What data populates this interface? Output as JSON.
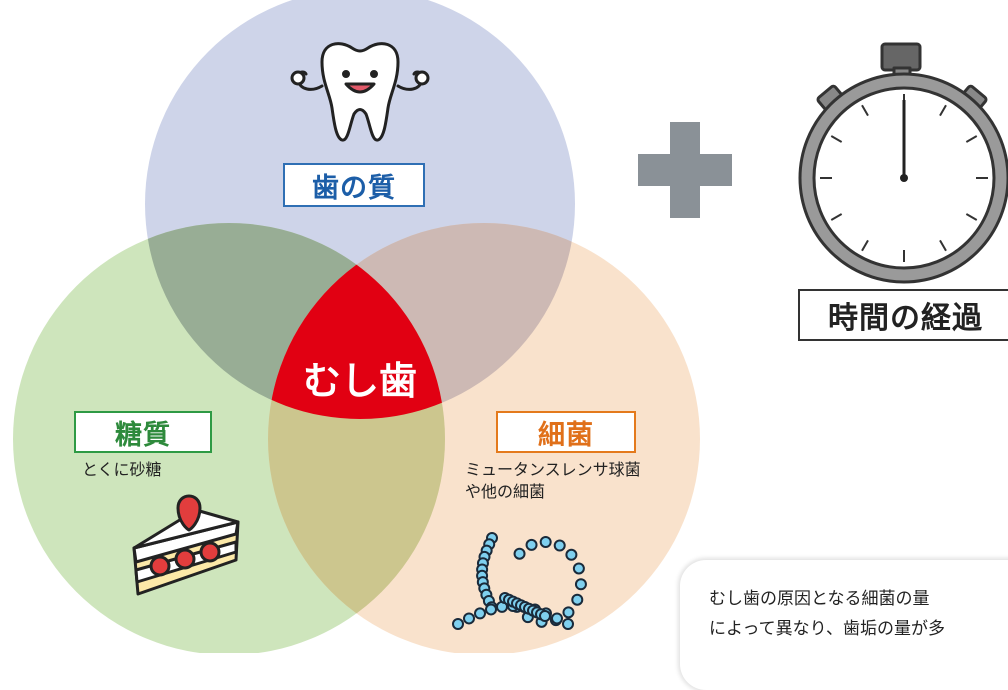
{
  "venn": {
    "center_label": "むし歯",
    "tooth_quality": {
      "label": "歯の質"
    },
    "sugar": {
      "label": "糖質",
      "note": "とくに砂糖"
    },
    "bacteria": {
      "label": "細菌",
      "note_line1": "ミュータンスレンサ球菌",
      "note_line2": "や他の細菌"
    }
  },
  "time": {
    "label": "時間の経過"
  },
  "speech": {
    "line1": "むし歯の原因となる細菌の量",
    "line2": "によって異なり、歯垢の量が多"
  },
  "colors": {
    "tooth_circle": "#c9cfe7",
    "sugar_circle": "#cde4b8",
    "bacteria_circle": "#f8dcc0",
    "center": "#e10012",
    "plus": "#8a9197"
  }
}
